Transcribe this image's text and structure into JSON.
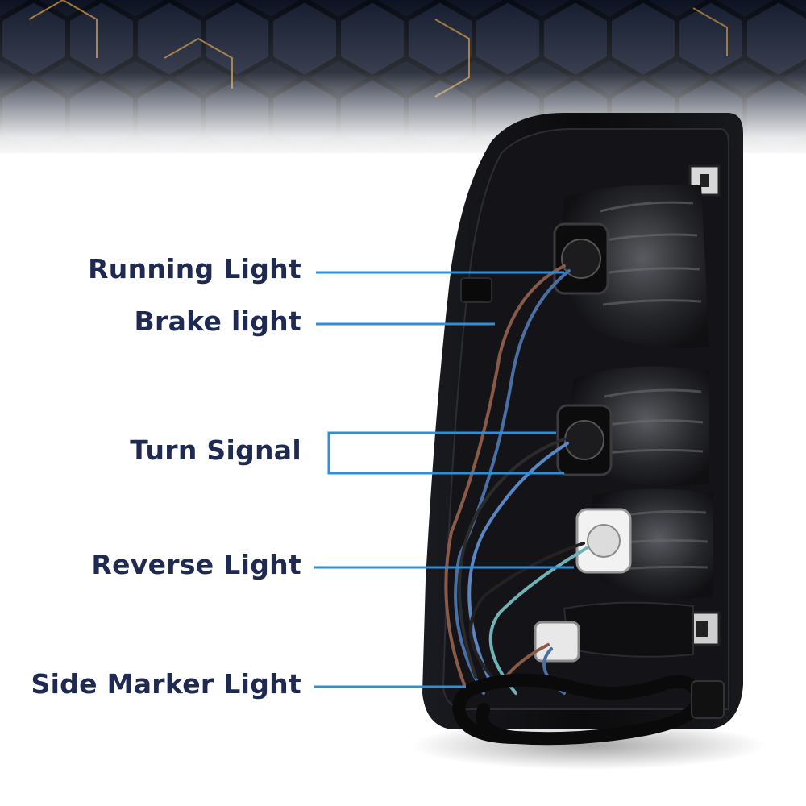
{
  "labels": {
    "running_light": "Running Light",
    "brake_light": "Brake light",
    "turn_signal": "Turn Signal",
    "reverse_light": "Reverse Light",
    "side_marker_light": "Side Marker Light"
  },
  "colors": {
    "label_text": "#1f2a52",
    "leader_line": "#2e8fd8",
    "hex_background": "#10182a",
    "hex_accent": "#c8913a",
    "lamp_housing": "#0c0c0e"
  }
}
